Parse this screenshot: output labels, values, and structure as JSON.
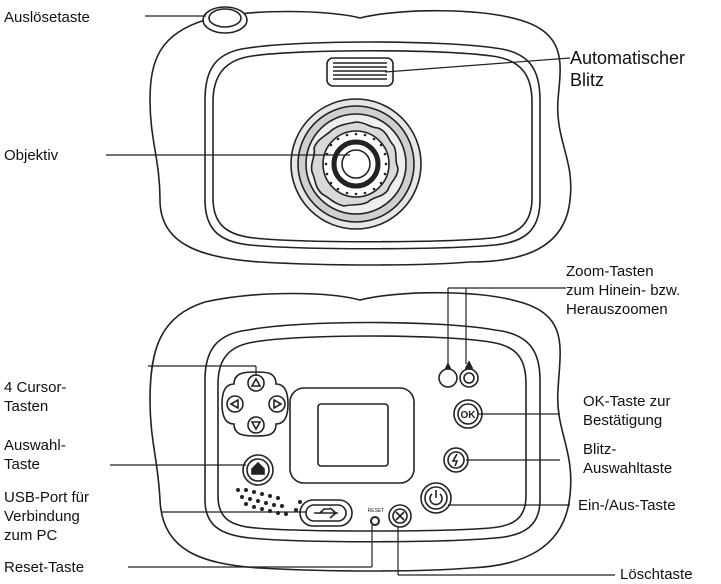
{
  "labels": {
    "shutter": "Auslösetaste",
    "flash_line1": "Automatischer",
    "flash_line2": "Blitz",
    "lens": "Objektiv",
    "zoom_line1": "Zoom-Tasten",
    "zoom_line2": "zum Hinein- bzw.",
    "zoom_line3": "Herauszoomen",
    "cursor_line1": "4 Cursor-",
    "cursor_line2": "Tasten",
    "ok_line1": "OK-Taste zur",
    "ok_line2": "Bestätigung",
    "select_line1": "Auswahl-",
    "select_line2": "Taste",
    "flashsel_line1": "Blitz-",
    "flashsel_line2": "Auswahltaste",
    "usb_line1": "USB-Port für",
    "usb_line2": "Verbindung",
    "usb_line3": "zum PC",
    "power": "Ein-/Aus-Taste",
    "reset": "Reset-Taste",
    "delete": "Löschtaste"
  },
  "buttons": {
    "ok": "OK",
    "reset_small": "RESET"
  }
}
